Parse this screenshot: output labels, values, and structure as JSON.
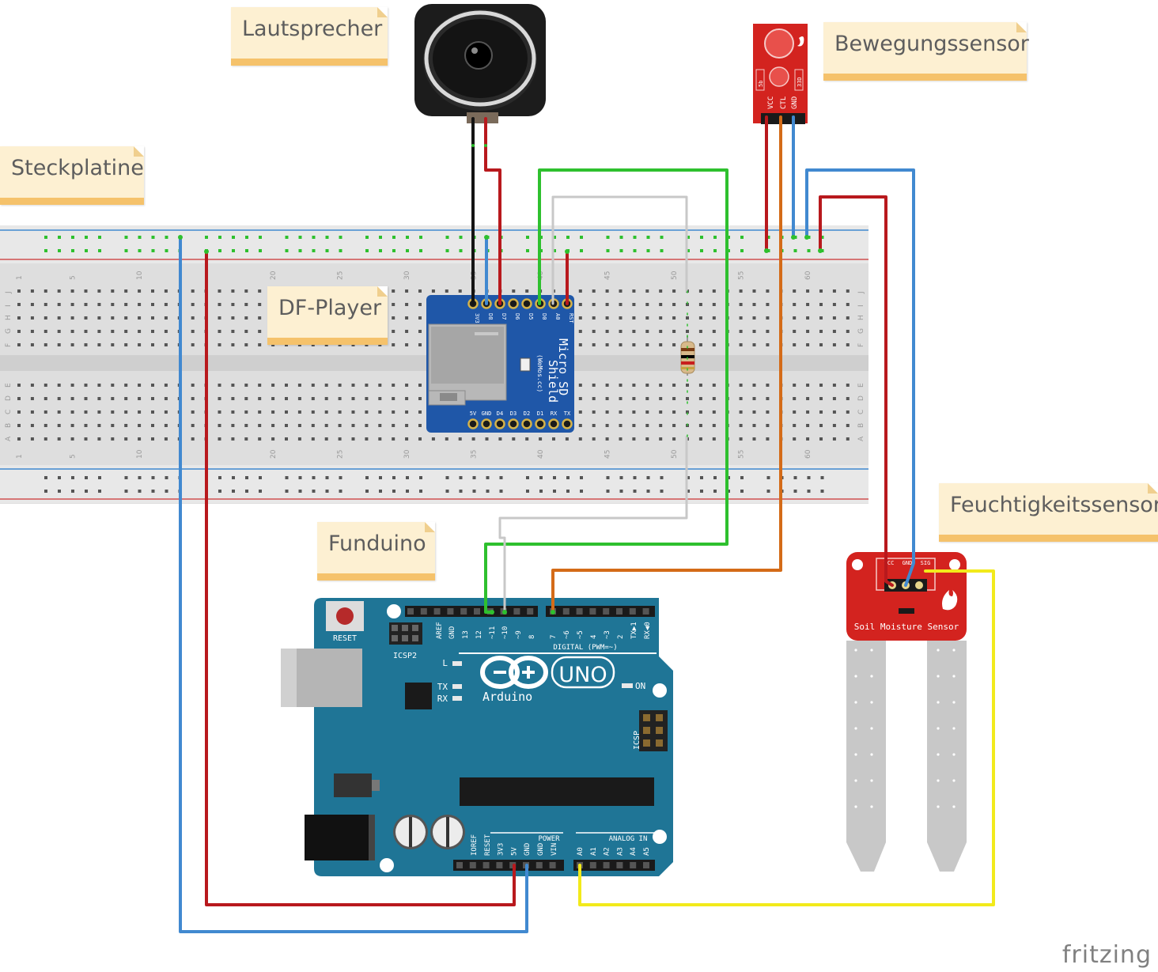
{
  "notes": {
    "speaker": "Lautsprecher",
    "breadboard": "Steckplatine",
    "dfplayer": "DF-Player",
    "motion": "Bewegungssensor",
    "humidity": "Feuchtigkeitssensor",
    "funduino": "Funduino"
  },
  "breadboard": {
    "column_numbers": [
      "1",
      "5",
      "10",
      "20",
      "25",
      "30",
      "35",
      "40",
      "45",
      "50",
      "55",
      "60"
    ],
    "row_letters_top": [
      "J",
      "I",
      "H",
      "G",
      "F"
    ],
    "row_letters_bottom": [
      "E",
      "D",
      "C",
      "B",
      "A"
    ]
  },
  "dfplayer": {
    "top_pins": [
      "3V3",
      "D8",
      "D7",
      "D6",
      "D5",
      "D0",
      "A0",
      "RST"
    ],
    "bottom_pins": [
      "5V",
      "GND",
      "D4",
      "D3",
      "D2",
      "D1",
      "RX",
      "TX"
    ],
    "title_line1": "Micro SD",
    "title_line2": "Shield",
    "maker": "(WeMos.cc)"
  },
  "motion_sensor": {
    "pins": [
      "VCC",
      "CTL",
      "GND"
    ],
    "side_left": "5b",
    "side_right": "33D"
  },
  "soil_sensor": {
    "title": "Soil Moisture Sensor",
    "pins": [
      "VCC",
      "GND",
      "SIG"
    ]
  },
  "arduino": {
    "brand": "Arduino",
    "model": "UNO",
    "reset_label": "RESET",
    "icsp2_label": "ICSP2",
    "icsp_label": "ICSP",
    "l_label": "L",
    "tx_label": "TX",
    "rx_label": "RX",
    "on_label": "ON",
    "digital_label": "DIGITAL (PWM=~)",
    "digital_pins": [
      "AREF",
      "GND",
      "13",
      "12",
      "~11",
      "~10",
      "~9",
      "8",
      "7",
      "~6",
      "~5",
      "4",
      "~3",
      "2",
      "TX▶1",
      "RX◀0"
    ],
    "power_label": "POWER",
    "power_pins": [
      "IOREF",
      "RESET",
      "3V3",
      "5V",
      "GND",
      "GND",
      "VIN"
    ],
    "analog_label": "ANALOG IN",
    "analog_pins": [
      "A0",
      "A1",
      "A2",
      "A3",
      "A4",
      "A5"
    ]
  },
  "footer": {
    "logo": "fritzing"
  },
  "colors": {
    "red_wire": "#b8191d",
    "blue_wire": "#4189d0",
    "green_wire": "#2ec02e",
    "orange_wire": "#d46b18",
    "yellow_wire": "#f2ea1b",
    "gray_wire": "#c8c8c8",
    "black_wire": "#141414",
    "arduino_teal": "#1f7596",
    "shield_blue": "#1f57a8",
    "sparkfun_red": "#d3231f"
  }
}
